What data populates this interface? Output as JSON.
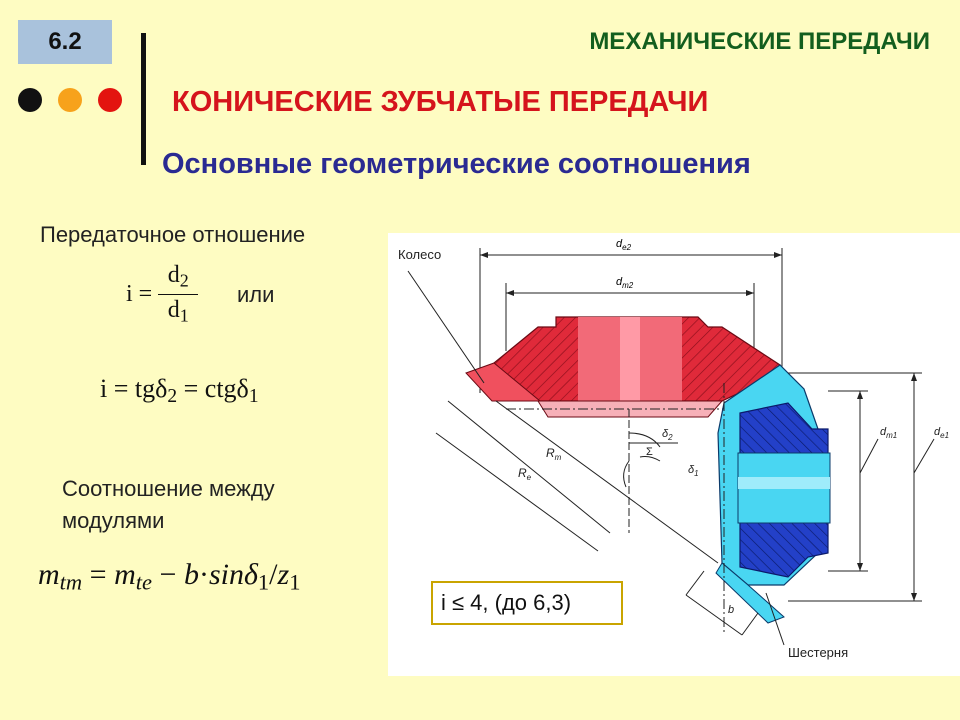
{
  "slide": {
    "number": "6.2",
    "header_title": "МЕХАНИЧЕСКИЕ ПЕРЕДАЧИ",
    "main_title": "КОНИЧЕСКИЕ ЗУБЧАТЫЕ ПЕРЕДАЧИ",
    "subtitle": "Основные геометрические соотношения",
    "dot_colors": [
      "#111111",
      "#f7a21b",
      "#e3140f"
    ]
  },
  "content": {
    "gear_ratio_label": "Передаточное отношение",
    "formula1": {
      "lhs": "i =",
      "num": "d",
      "num_sub": "2",
      "den": "d",
      "den_sub": "1"
    },
    "or_label": "или",
    "formula2": {
      "p1": "i = tgδ",
      "s1": "2",
      "p2": " = ctgδ",
      "s2": "1"
    },
    "modules_label_line1": "Соотношение между",
    "modules_label_line2": "модулями",
    "formula3": {
      "m1": "m",
      "m1_sub": "tm",
      "eq": " = ",
      "m2": "m",
      "m2_sub": "te",
      "minus": " − ",
      "b": "b",
      "dot": "·",
      "sin": "sinδ",
      "sin_sub": "1",
      "slash": "/",
      "z": "z",
      "z_sub": "1"
    },
    "note": "i ≤ 4, (до 6,3)"
  },
  "figure": {
    "labels": {
      "wheel": "Колесо",
      "pinion": "Шестерня",
      "de2": "d",
      "de2_sub": "e2",
      "dm2": "d",
      "dm2_sub": "m2",
      "dm1": "d",
      "dm1_sub": "m1",
      "de1": "d",
      "de1_sub": "e1",
      "Rm": "R",
      "Rm_sub": "m",
      "Re": "R",
      "Re_sub": "e",
      "delta2": "δ",
      "delta2_sub": "2",
      "delta1": "δ",
      "delta1_sub": "1",
      "sigma": "Σ",
      "b": "b"
    },
    "colors": {
      "wheel_red": "#e02a3a",
      "wheel_light": "#f26a78",
      "pinion_blue": "#2340c8",
      "pinion_cyan": "#49d6f2"
    }
  }
}
